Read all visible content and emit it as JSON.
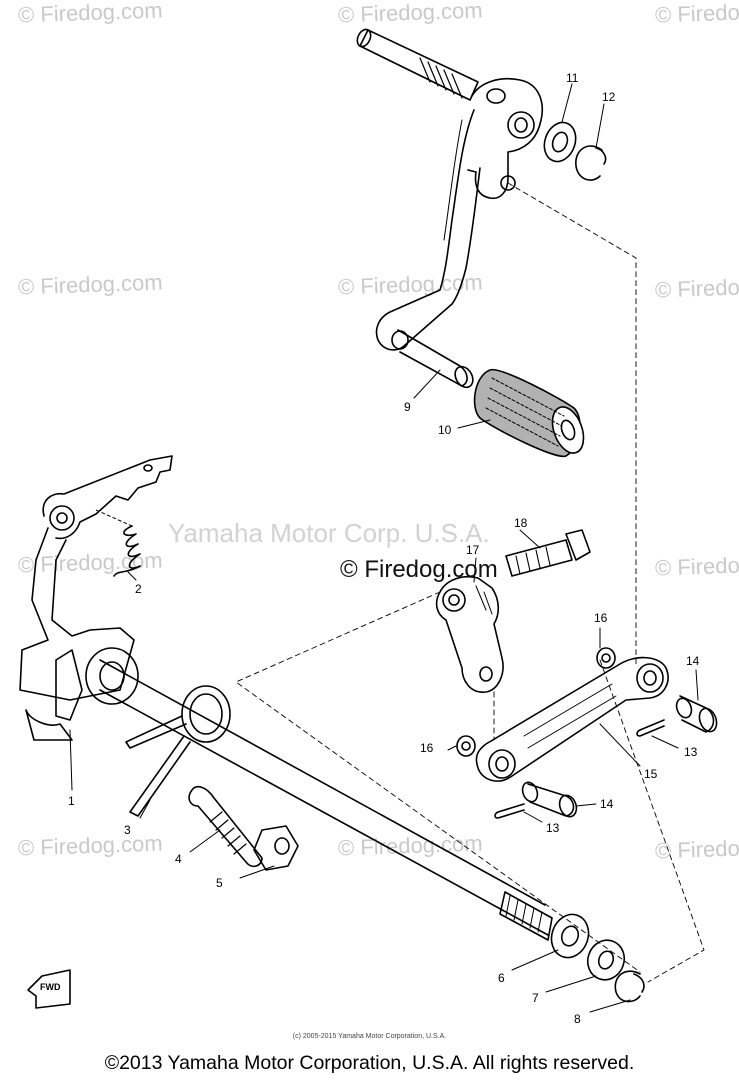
{
  "watermark": {
    "firedog_text": "© Firedog.com",
    "yamaha_text": "Yamaha Motor Corp. U.S.A."
  },
  "diagram": {
    "fwd_label": "FWD",
    "callouts": [
      {
        "id": "1",
        "label": "1"
      },
      {
        "id": "2",
        "label": "2"
      },
      {
        "id": "3",
        "label": "3"
      },
      {
        "id": "4",
        "label": "4"
      },
      {
        "id": "5",
        "label": "5"
      },
      {
        "id": "6",
        "label": "6"
      },
      {
        "id": "7",
        "label": "7"
      },
      {
        "id": "8",
        "label": "8"
      },
      {
        "id": "9",
        "label": "9"
      },
      {
        "id": "10",
        "label": "10"
      },
      {
        "id": "11",
        "label": "11"
      },
      {
        "id": "12",
        "label": "12"
      },
      {
        "id": "13a",
        "label": "13"
      },
      {
        "id": "13b",
        "label": "13"
      },
      {
        "id": "14a",
        "label": "14"
      },
      {
        "id": "14b",
        "label": "14"
      },
      {
        "id": "15",
        "label": "15"
      },
      {
        "id": "16a",
        "label": "16"
      },
      {
        "id": "16b",
        "label": "16"
      },
      {
        "id": "17",
        "label": "17"
      },
      {
        "id": "18",
        "label": "18"
      }
    ]
  },
  "small_copyright": "(c) 2005-2015 Yamaha Motor Corporation, U.S.A.",
  "footer": "©2013 Yamaha Motor Corporation, U.S.A. All rights reserved."
}
